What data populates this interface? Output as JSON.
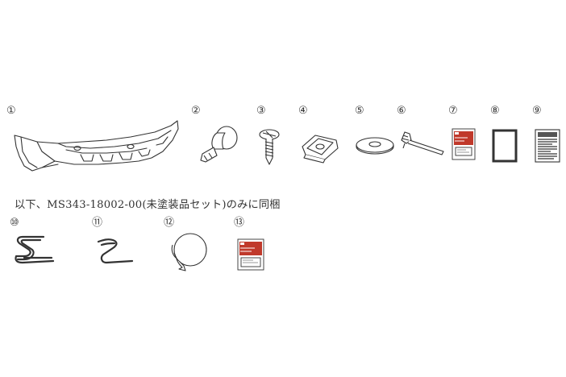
{
  "numbers": {
    "n1": "①",
    "n2": "②",
    "n3": "③",
    "n4": "④",
    "n5": "⑤",
    "n6": "⑥",
    "n7": "⑦",
    "n8": "⑧",
    "n9": "⑨",
    "n10": "⑩",
    "n11": "⑪",
    "n12": "⑫",
    "n13": "⑬"
  },
  "note": "以下、MS343-18002-00(未塗装品セット)のみに同梱",
  "colors": {
    "line": "#333333",
    "bag_red": "#c0392b",
    "paper": "#ffffff"
  },
  "icons": [
    "rear-diffuser-part-icon",
    "push-clip-icon",
    "tapping-screw-icon",
    "u-nut-clip-icon",
    "washer-icon",
    "cable-tie-icon",
    "adhesive-packet-icon",
    "frame-sheet-icon",
    "instruction-sheet-icon",
    "wire-clip-large-icon",
    "wire-clip-small-icon",
    "round-sticker-icon",
    "adhesive-packet-icon"
  ]
}
